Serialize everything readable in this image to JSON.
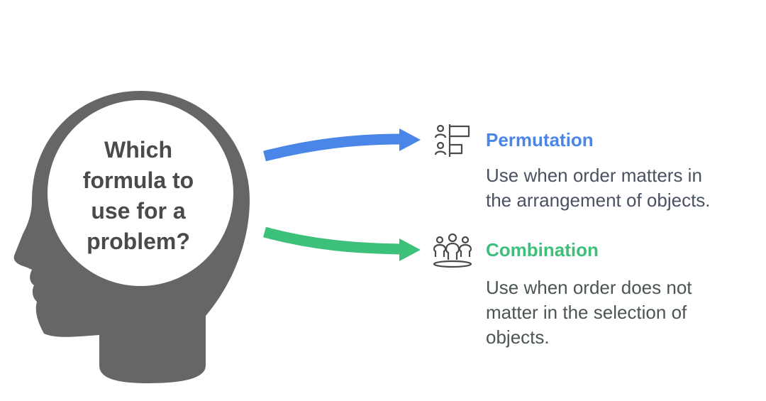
{
  "central": {
    "lines": [
      "Which",
      "formula to",
      "use for a",
      "problem?"
    ]
  },
  "options": [
    {
      "title": "Permutation",
      "icon": "ranked-people-icon",
      "color": "#4a86e8",
      "description_lines": [
        "Use when order matters in",
        "the arrangement of objects."
      ]
    },
    {
      "title": "Combination",
      "icon": "group-people-icon",
      "color": "#3cc07a",
      "description_lines": [
        "Use when order does not",
        "matter in the selection of",
        "objects."
      ]
    }
  ],
  "colors": {
    "head": "#666666",
    "head_text": "#4a4a4a",
    "permutation_arrow": "#4a86e8",
    "combination_arrow": "#3cc07a",
    "icon_stroke": "#4a4a4a",
    "description_text": "#4a5160"
  }
}
